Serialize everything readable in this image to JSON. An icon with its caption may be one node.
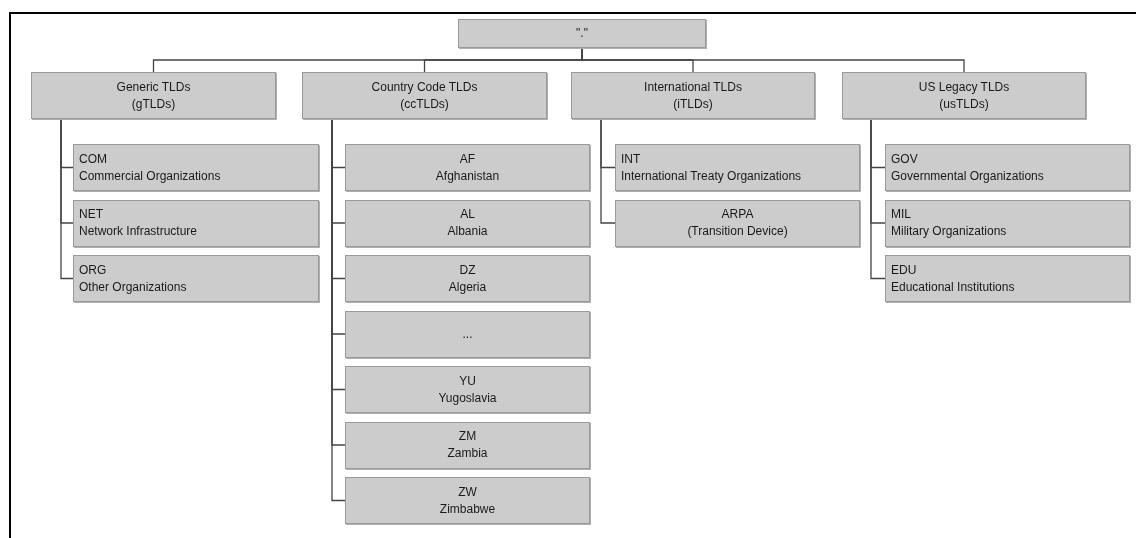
{
  "diagram": {
    "nodes": [
      {
        "text": [
          "\".\""
        ]
      },
      {
        "text": [
          "Generic TLDs",
          "(gTLDs)"
        ]
      },
      {
        "text": [
          "COM",
          "Commercial Organizations"
        ]
      },
      {
        "text": [
          "NET",
          "Network Infrastructure"
        ]
      },
      {
        "text": [
          "ORG",
          "Other Organizations"
        ]
      },
      {
        "text": [
          "Country Code TLDs",
          "(ccTLDs)"
        ]
      },
      {
        "text": [
          "AF",
          "Afghanistan"
        ]
      },
      {
        "text": [
          "AL",
          "Albania"
        ]
      },
      {
        "text": [
          "DZ",
          "Algeria"
        ]
      },
      {
        "text": [
          "..."
        ]
      },
      {
        "text": [
          "YU",
          "Yugoslavia"
        ]
      },
      {
        "text": [
          "ZM",
          "Zambia"
        ]
      },
      {
        "text": [
          "ZW",
          "Zimbabwe"
        ]
      },
      {
        "text": [
          "International TLDs",
          "(iTLDs)"
        ]
      },
      {
        "text": [
          "INT",
          "International Treaty Organizations"
        ]
      },
      {
        "text": [
          "ARPA",
          "(Transition Device)"
        ]
      },
      {
        "text": [
          "US Legacy TLDs",
          "(usTLDs)"
        ]
      },
      {
        "text": [
          "GOV",
          "Governmental Organizations"
        ]
      },
      {
        "text": [
          "MIL",
          "Military Organizations"
        ]
      },
      {
        "text": [
          "EDU",
          "Educational Institutions"
        ]
      }
    ],
    "edges": [
      {
        "from": 0,
        "to": 1,
        "arrow": "none"
      },
      {
        "from": 0,
        "to": 5,
        "arrow": "none"
      },
      {
        "from": 0,
        "to": 13,
        "arrow": "none"
      },
      {
        "from": 0,
        "to": 16,
        "arrow": "none"
      },
      {
        "from": 1,
        "to": 2,
        "arrow": "none"
      },
      {
        "from": 1,
        "to": 3,
        "arrow": "none"
      },
      {
        "from": 1,
        "to": 4,
        "arrow": "none"
      },
      {
        "from": 5,
        "to": 6,
        "arrow": "none"
      },
      {
        "from": 5,
        "to": 7,
        "arrow": "none"
      },
      {
        "from": 5,
        "to": 8,
        "arrow": "none"
      },
      {
        "from": 5,
        "to": 9,
        "arrow": "none"
      },
      {
        "from": 5,
        "to": 10,
        "arrow": "none"
      },
      {
        "from": 5,
        "to": 11,
        "arrow": "none"
      },
      {
        "from": 5,
        "to": 12,
        "arrow": "none"
      },
      {
        "from": 13,
        "to": 14,
        "arrow": "none"
      },
      {
        "from": 13,
        "to": 15,
        "arrow": "none"
      },
      {
        "from": 16,
        "to": 17,
        "arrow": "none"
      },
      {
        "from": 16,
        "to": 18,
        "arrow": "none"
      },
      {
        "from": 16,
        "to": 19,
        "arrow": "none"
      }
    ]
  }
}
